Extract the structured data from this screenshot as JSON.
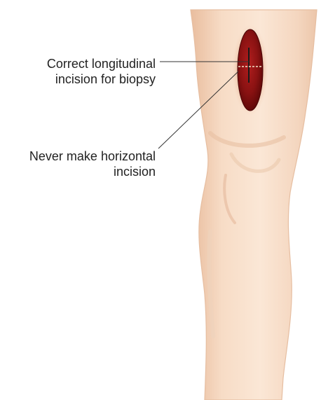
{
  "annotations": {
    "correct": {
      "line1": "Correct longitudinal",
      "line2": "incision for biopsy"
    },
    "never": {
      "line1": "Never make horizontal",
      "line2": "incision"
    }
  },
  "colors": {
    "background": "#ffffff",
    "skin_light": "#fbe6d4",
    "skin_mid": "#f3d0b6",
    "skin_shadow": "#e4b393",
    "lesion": "#8e1414",
    "leader_line": "#333333"
  }
}
